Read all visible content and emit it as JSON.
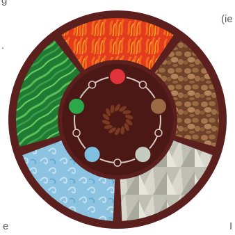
{
  "surrounding_text": {
    "top_left": "g",
    "top_right": "(ie",
    "left_middle": ".",
    "bottom_left": "e",
    "bottom_right": "I"
  },
  "wheel": {
    "colors": {
      "rim": "#5b1f1e",
      "hub": "#4c1816",
      "ring_line": "#d9c9c4",
      "fire": "#e23b1d",
      "earth": "#8b5a3a",
      "metal": "#c9c9bd",
      "water": "#8cc3e0",
      "wood": "#2e8b3c"
    },
    "segments": [
      {
        "element": "fire",
        "icon": "flame-pattern"
      },
      {
        "element": "earth",
        "icon": "pebble-pattern"
      },
      {
        "element": "metal",
        "icon": "crystal-pattern"
      },
      {
        "element": "water",
        "icon": "wave-pattern"
      },
      {
        "element": "wood",
        "icon": "woodgrain-pattern"
      }
    ],
    "nodes": [
      {
        "element": "fire",
        "color": "#e0323a"
      },
      {
        "element": "earth",
        "color": "#9a6a45"
      },
      {
        "element": "metal",
        "color": "#c4cbbf"
      },
      {
        "element": "water",
        "color": "#7fbfe0"
      },
      {
        "element": "wood",
        "color": "#2aa84a"
      }
    ],
    "center_icon": "leaf-swirl-icon"
  }
}
